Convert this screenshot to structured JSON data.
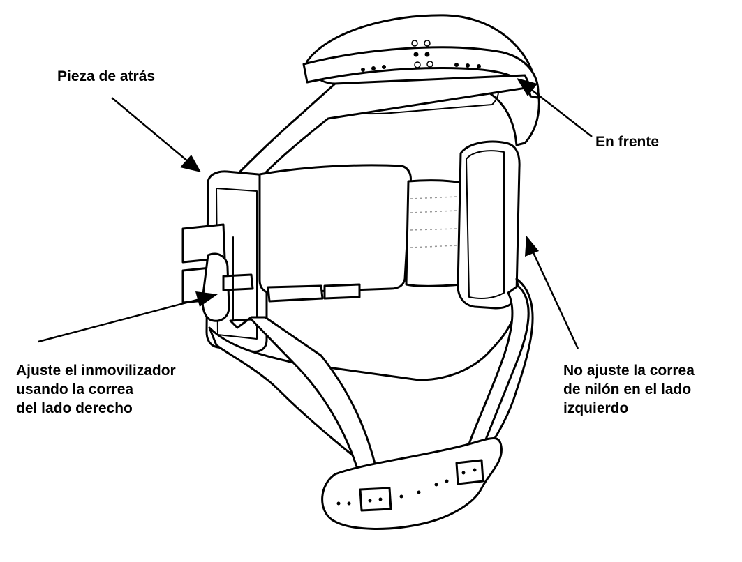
{
  "labels": {
    "back_piece": "Pieza de atrás",
    "front": "En frente",
    "adjust_right": [
      "Ajuste el inmovilizador",
      "usando la correa",
      "del lado derecho"
    ],
    "no_adjust_left": [
      "No ajuste la correa",
      "de nilón en el lado",
      "izquierdo"
    ]
  }
}
